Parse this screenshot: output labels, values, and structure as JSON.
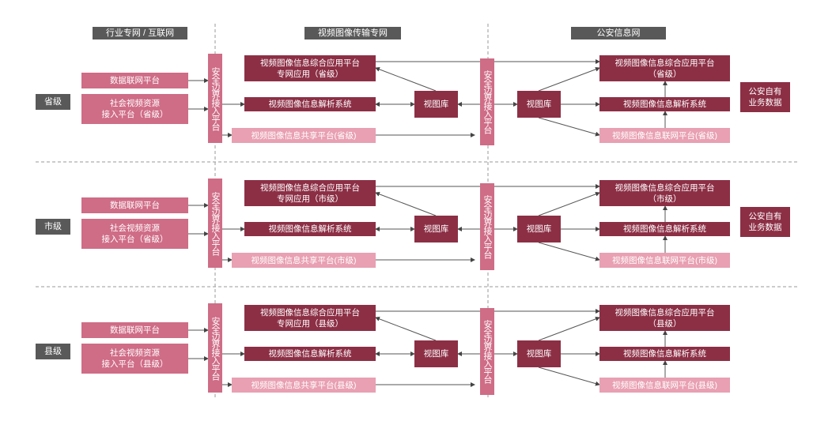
{
  "headers": {
    "left": "行业专网 / 互联网",
    "middle": "视频图像传输专网",
    "right": "公安信息网"
  },
  "levels": [
    {
      "label": "省级",
      "suffix": "（省级）",
      "plain": "（省级）",
      "data_net": "数据联网平台",
      "social_1": "社会视频资源",
      "social_2": "接入平台（省级）",
      "border": "安全边界接入平台",
      "app_1": "视频图像信息综合应用平台",
      "app_2": "专网应用（省级）",
      "parse": "视频图像信息解析系统",
      "share": "视频图像信息共享平台(省级)",
      "view_lib": "视图库",
      "border2": "安全边界接入平台",
      "view_lib2": "视图库",
      "ps_app_1": "视频图像信息综合应用平台",
      "ps_app_2": "（省级）",
      "ps_parse": "视频图像信息解析系统",
      "ps_link": "视频图像信息联网平台(省级)",
      "own_1": "公安自有",
      "own_2": "业务数据"
    },
    {
      "label": "市级",
      "data_net": "数据联网平台",
      "social_1": "社会视频资源",
      "social_2": "接入平台（省级）",
      "border": "安全边界接入平台",
      "app_1": "视频图像信息综合应用平台",
      "app_2": "专网应用（市级）",
      "parse": "视频图像信息解析系统",
      "share": "视频图像信息共享平台(市级)",
      "view_lib": "视图库",
      "border2": "安全边界接入平台",
      "view_lib2": "视图库",
      "ps_app_1": "视频图像信息综合应用平台",
      "ps_app_2": "（市级）",
      "ps_parse": "视频图像信息解析系统",
      "ps_link": "视频图像信息联网平台(市级)",
      "own_1": "公安自有",
      "own_2": "业务数据"
    },
    {
      "label": "县级",
      "data_net": "数据联网平台",
      "social_1": "社会视频资源",
      "social_2": "接入平台（县级）",
      "border": "安全边界接入平台",
      "app_1": "视频图像信息综合应用平台",
      "app_2": "专网应用（县级）",
      "parse": "视频图像信息解析系统",
      "share": "视频图像信息共享平台(县级)",
      "view_lib": "视图库",
      "border2": "安全边界接入平台",
      "view_lib2": "视图库",
      "ps_app_1": "视频图像信息综合应用平台",
      "ps_app_2": "（县级）",
      "ps_parse": "视频图像信息解析系统",
      "ps_link": "视频图像信息联网平台(县级)"
    }
  ]
}
